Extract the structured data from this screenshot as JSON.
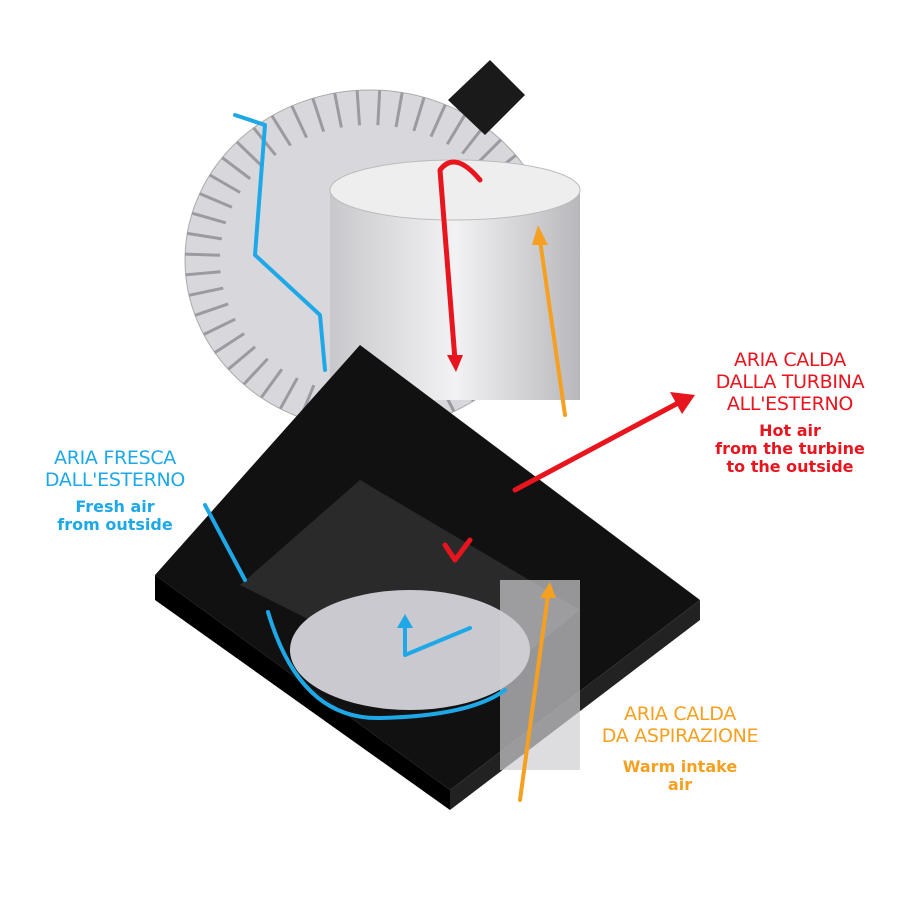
{
  "labels": {
    "hot_air": {
      "it": [
        "ARIA CALDA",
        "DALLA TURBINA",
        "ALL'ESTERNO"
      ],
      "en": [
        "Hot air",
        "from the turbine",
        "to the outside"
      ],
      "color": "#e8141e"
    },
    "fresh_air": {
      "it": [
        "ARIA FRESCA",
        "DALL'ESTERNO"
      ],
      "en": [
        "Fresh air",
        "from outside"
      ],
      "color": "#1ea8e8"
    },
    "warm_intake": {
      "it": [
        "ARIA CALDA",
        "DA ASPIRAZIONE"
      ],
      "en": [
        "Warm intake",
        "air"
      ],
      "color": "#f5a020"
    }
  }
}
